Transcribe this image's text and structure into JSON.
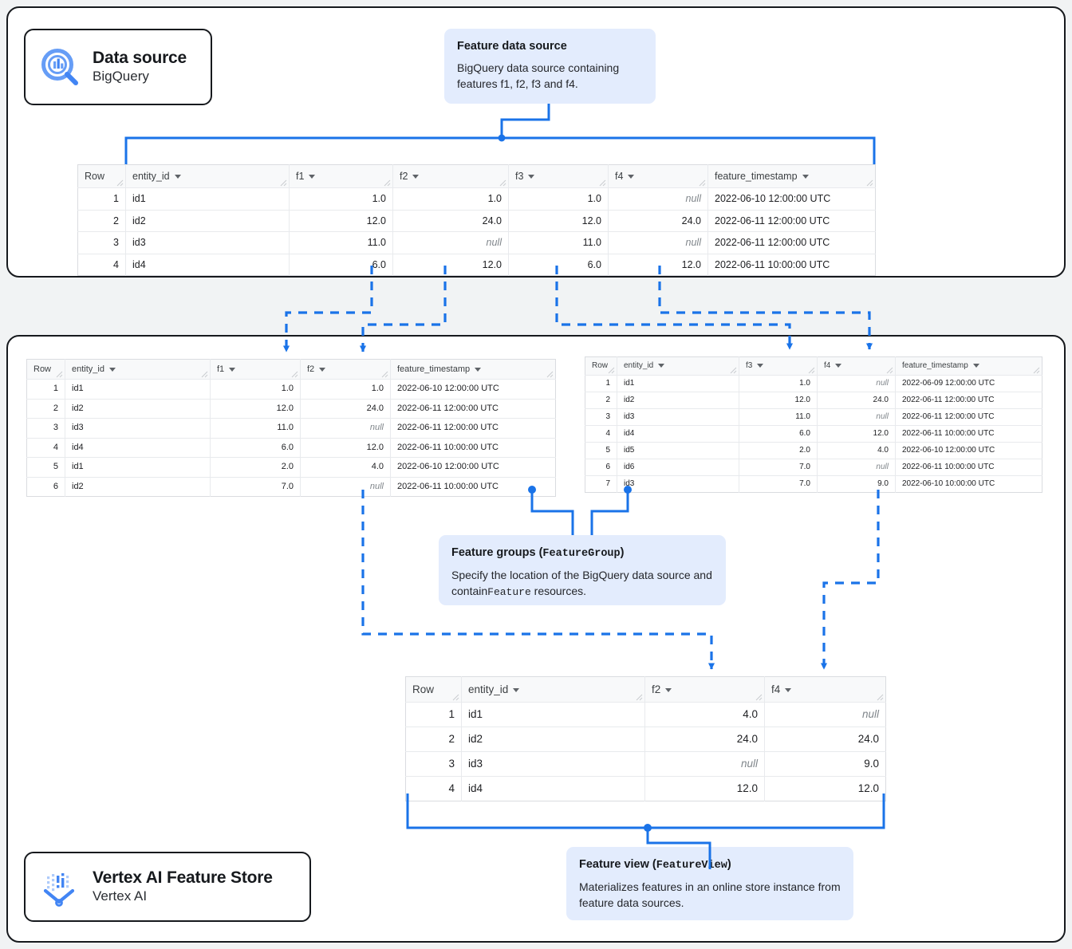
{
  "diagram": {
    "title": "Vertex AI Feature Store data model",
    "accent_color": "#1a73e8",
    "callout_bg": "#e3ecfd",
    "panel_border": "#16191d"
  },
  "panels": {
    "data_source": {
      "label": "Data source panel"
    },
    "feature_store": {
      "label": "Vertex AI Feature Store panel"
    }
  },
  "product_boxes": [
    {
      "icon": "bigquery-magnifier-icon",
      "title": "Data source",
      "subtitle": "BigQuery"
    },
    {
      "icon": "vertex-ai-feature-store-icon",
      "title": "Vertex AI Feature Store",
      "subtitle": "Vertex AI"
    }
  ],
  "callouts": {
    "feature_data_source": {
      "title": "Feature data source",
      "body": "BigQuery data source containing features f1, f2, f3 and f4."
    },
    "feature_groups": {
      "title_plain": "Feature groups ",
      "title_paren_open": "(",
      "title_mono": "FeatureGroup",
      "title_paren_close": ")",
      "body_before": "Specify the location of the BigQuery data source and contain",
      "body_mono": "Feature",
      "body_after": " resources."
    },
    "feature_view": {
      "title_plain": "Feature view ",
      "title_paren_open": "(",
      "title_mono": "FeatureView",
      "title_paren_close": ")",
      "body": "Materializes features in an online store instance from feature data sources."
    }
  },
  "tables": {
    "source": {
      "name": "feature-data-source-table",
      "columns": [
        "Row",
        "entity_id",
        "f1",
        "f2",
        "f3",
        "f4",
        "feature_timestamp"
      ],
      "rows": [
        [
          "1",
          "id1",
          "1.0",
          "1.0",
          "1.0",
          "null",
          "2022-06-10 12:00:00 UTC"
        ],
        [
          "2",
          "id2",
          "12.0",
          "24.0",
          "12.0",
          "24.0",
          "2022-06-11 12:00:00 UTC"
        ],
        [
          "3",
          "id3",
          "11.0",
          "null",
          "11.0",
          "null",
          "2022-06-11 12:00:00 UTC"
        ],
        [
          "4",
          "id4",
          "6.0",
          "12.0",
          "6.0",
          "12.0",
          "2022-06-11 10:00:00 UTC"
        ]
      ]
    },
    "feature_group_1": {
      "name": "feature-group-1-table",
      "columns": [
        "Row",
        "entity_id",
        "f1",
        "f2",
        "feature_timestamp"
      ],
      "rows": [
        [
          "1",
          "id1",
          "1.0",
          "1.0",
          "2022-06-10 12:00:00 UTC"
        ],
        [
          "2",
          "id2",
          "12.0",
          "24.0",
          "2022-06-11 12:00:00 UTC"
        ],
        [
          "3",
          "id3",
          "11.0",
          "null",
          "2022-06-11 12:00:00 UTC"
        ],
        [
          "4",
          "id4",
          "6.0",
          "12.0",
          "2022-06-11 10:00:00 UTC"
        ],
        [
          "5",
          "id1",
          "2.0",
          "4.0",
          "2022-06-10 12:00:00 UTC"
        ],
        [
          "6",
          "id2",
          "7.0",
          "null",
          "2022-06-11 10:00:00 UTC"
        ]
      ]
    },
    "feature_group_2": {
      "name": "feature-group-2-table",
      "columns": [
        "Row",
        "entity_id",
        "f3",
        "f4",
        "feature_timestamp"
      ],
      "rows": [
        [
          "1",
          "id1",
          "1.0",
          "null",
          "2022-06-09 12:00:00 UTC"
        ],
        [
          "2",
          "id2",
          "12.0",
          "24.0",
          "2022-06-11 12:00:00 UTC"
        ],
        [
          "3",
          "id3",
          "11.0",
          "null",
          "2022-06-11 12:00:00 UTC"
        ],
        [
          "4",
          "id4",
          "6.0",
          "12.0",
          "2022-06-11 10:00:00 UTC"
        ],
        [
          "5",
          "id5",
          "2.0",
          "4.0",
          "2022-06-10 12:00:00 UTC"
        ],
        [
          "6",
          "id6",
          "7.0",
          "null",
          "2022-06-11 10:00:00 UTC"
        ],
        [
          "7",
          "id3",
          "7.0",
          "9.0",
          "2022-06-10 10:00:00 UTC"
        ]
      ]
    },
    "feature_view": {
      "name": "feature-view-table",
      "columns": [
        "Row",
        "entity_id",
        "f2",
        "f4"
      ],
      "rows": [
        [
          "1",
          "id1",
          "4.0",
          "null"
        ],
        [
          "2",
          "id2",
          "24.0",
          "24.0"
        ],
        [
          "3",
          "id3",
          "null",
          "9.0"
        ],
        [
          "4",
          "id4",
          "12.0",
          "12.0"
        ]
      ]
    }
  }
}
